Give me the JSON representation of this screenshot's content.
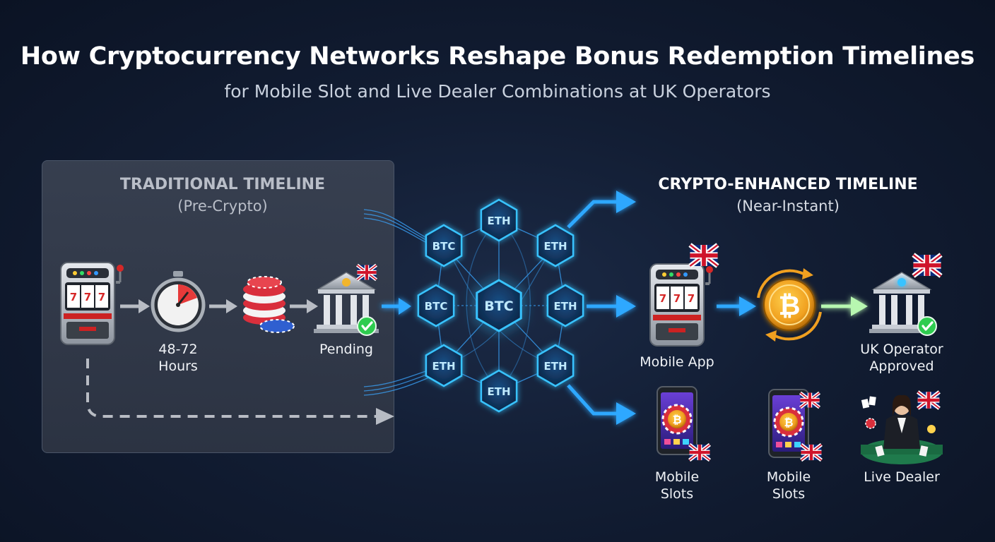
{
  "title": "How Cryptocurrency Networks Reshape Bonus Redemption Timelines",
  "subtitle": "for Mobile Slot and Live Dealer Combinations at UK Operators",
  "traditional": {
    "heading": "TRADITIONAL TIMELINE",
    "subheading": "(Pre-Crypto)",
    "wait_line1": "48-72",
    "wait_line2": "Hours",
    "pending": "Pending"
  },
  "crypto": {
    "heading": "CRYPTO-ENHANCED TIMELINE",
    "subheading": "(Near-Instant)",
    "mobile_app": "Mobile App",
    "operator_line1": "UK Operator",
    "operator_line2": "Approved",
    "slots1_line1": "Mobile",
    "slots1_line2": "Slots",
    "slots2_line1": "Mobile",
    "slots2_line2": "Slots",
    "live_dealer": "Live Dealer"
  },
  "network": {
    "center_node": "BTC",
    "nodes": [
      "ETH",
      "ETH",
      "BTC",
      "ETH",
      "ETH",
      "BTC",
      "ETH",
      "ETH"
    ]
  },
  "colors": {
    "accent": "#2fa8ff",
    "node_glow": "#39c3ff",
    "check": "#2ecc4f",
    "panel": "#3a4252"
  },
  "icons": [
    "slot-machine-icon",
    "stopwatch-icon",
    "chip-stack-icon",
    "bank-icon",
    "bitcoin-coin-icon",
    "uk-flag-icon",
    "smartphone-icon",
    "live-dealer-icon",
    "check-icon"
  ]
}
